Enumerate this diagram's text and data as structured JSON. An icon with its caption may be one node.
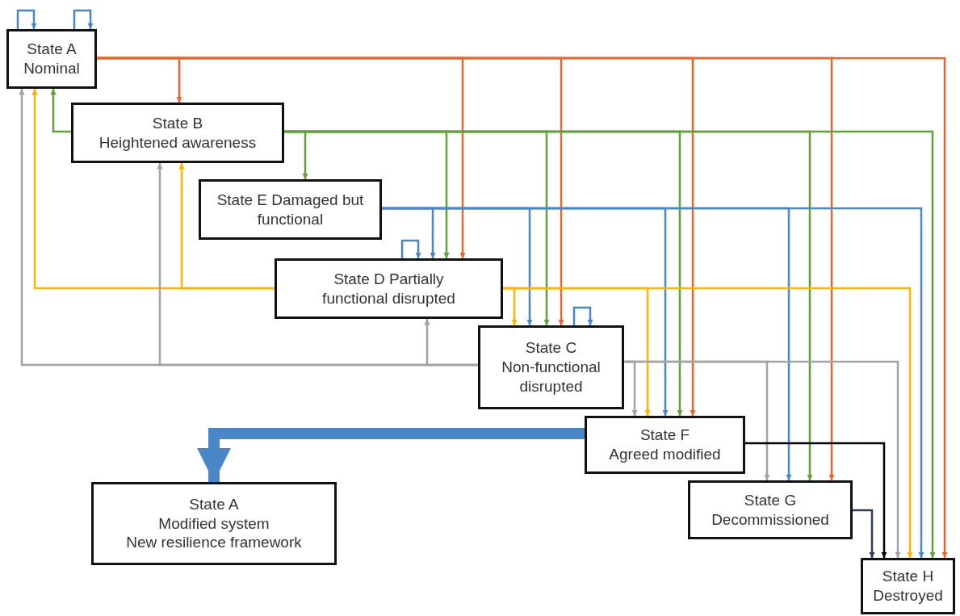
{
  "diagram": {
    "nodes": [
      {
        "text": [
          "State A",
          "Nominal"
        ]
      },
      {
        "text": [
          "State B",
          "Heightened awareness"
        ]
      },
      {
        "text": [
          "State E Damaged but functional"
        ]
      },
      {
        "text": [
          "State D Partially functional disrupted"
        ]
      },
      {
        "text": [
          "State C",
          "Non-functional disrupted"
        ]
      },
      {
        "text": [
          "State F",
          "Agreed modified"
        ]
      },
      {
        "text": [
          "State G",
          "Decommissioned"
        ]
      },
      {
        "text": [
          "State H",
          "Destroyed"
        ]
      },
      {
        "text": [
          "State A",
          "Modified system",
          "New resilience framework"
        ]
      }
    ],
    "edges": [
      {
        "from": 0,
        "to": 0,
        "arrow": "to"
      },
      {
        "from": 0,
        "to": 0,
        "arrow": "to"
      },
      {
        "from": 0,
        "to": 1,
        "arrow": "to",
        "color": "#e5692e"
      },
      {
        "from": 0,
        "to": 3,
        "arrow": "to",
        "color": "#e5692e"
      },
      {
        "from": 0,
        "to": 4,
        "arrow": "to",
        "color": "#e5692e"
      },
      {
        "from": 0,
        "to": 5,
        "arrow": "to",
        "color": "#e5692e"
      },
      {
        "from": 0,
        "to": 6,
        "arrow": "to",
        "color": "#e5692e"
      },
      {
        "from": 0,
        "to": 7,
        "arrow": "to",
        "color": "#e5692e"
      },
      {
        "from": 1,
        "to": 0,
        "arrow": "to",
        "color": "#62a03c"
      },
      {
        "from": 1,
        "to": 2,
        "arrow": "to",
        "color": "#62a03c"
      },
      {
        "from": 1,
        "to": 3,
        "arrow": "to",
        "color": "#62a03c"
      },
      {
        "from": 1,
        "to": 4,
        "arrow": "to",
        "color": "#62a03c"
      },
      {
        "from": 1,
        "to": 5,
        "arrow": "to",
        "color": "#62a03c"
      },
      {
        "from": 1,
        "to": 6,
        "arrow": "to",
        "color": "#62a03c"
      },
      {
        "from": 1,
        "to": 7,
        "arrow": "to",
        "color": "#62a03c"
      },
      {
        "from": 2,
        "to": 3,
        "arrow": "to"
      },
      {
        "from": 2,
        "to": 4,
        "arrow": "to"
      },
      {
        "from": 2,
        "to": 5,
        "arrow": "to"
      },
      {
        "from": 2,
        "to": 6,
        "arrow": "to"
      },
      {
        "from": 2,
        "to": 7,
        "arrow": "to"
      },
      {
        "from": 3,
        "to": 3,
        "arrow": "to"
      },
      {
        "from": 3,
        "to": 0,
        "arrow": "to",
        "color": "#ffb400"
      },
      {
        "from": 3,
        "to": 1,
        "arrow": "to",
        "color": "#ffb400"
      },
      {
        "from": 3,
        "to": 4,
        "arrow": "to",
        "color": "#ffb400"
      },
      {
        "from": 3,
        "to": 5,
        "arrow": "to",
        "color": "#ffb400"
      },
      {
        "from": 3,
        "to": 7,
        "arrow": "to",
        "color": "#ffb400"
      },
      {
        "from": 4,
        "to": 4,
        "arrow": "to"
      },
      {
        "from": 4,
        "to": 0,
        "arrow": "to",
        "color": "#a3a3a3"
      },
      {
        "from": 4,
        "to": 1,
        "arrow": "to",
        "color": "#a3a3a3"
      },
      {
        "from": 4,
        "to": 3,
        "arrow": "to",
        "color": "#a3a3a3"
      },
      {
        "from": 4,
        "to": 5,
        "arrow": "to",
        "color": "#a3a3a3"
      },
      {
        "from": 4,
        "to": 6,
        "arrow": "to",
        "color": "#a3a3a3"
      },
      {
        "from": 4,
        "to": 7,
        "arrow": "to",
        "color": "#a3a3a3"
      },
      {
        "from": 5,
        "to": 8,
        "arrow": "to",
        "style": "thick"
      },
      {
        "from": 5,
        "to": 7,
        "arrow": "to",
        "color": "#000000"
      },
      {
        "from": 6,
        "to": 7,
        "arrow": "to",
        "color": "#2f3d58"
      }
    ]
  }
}
